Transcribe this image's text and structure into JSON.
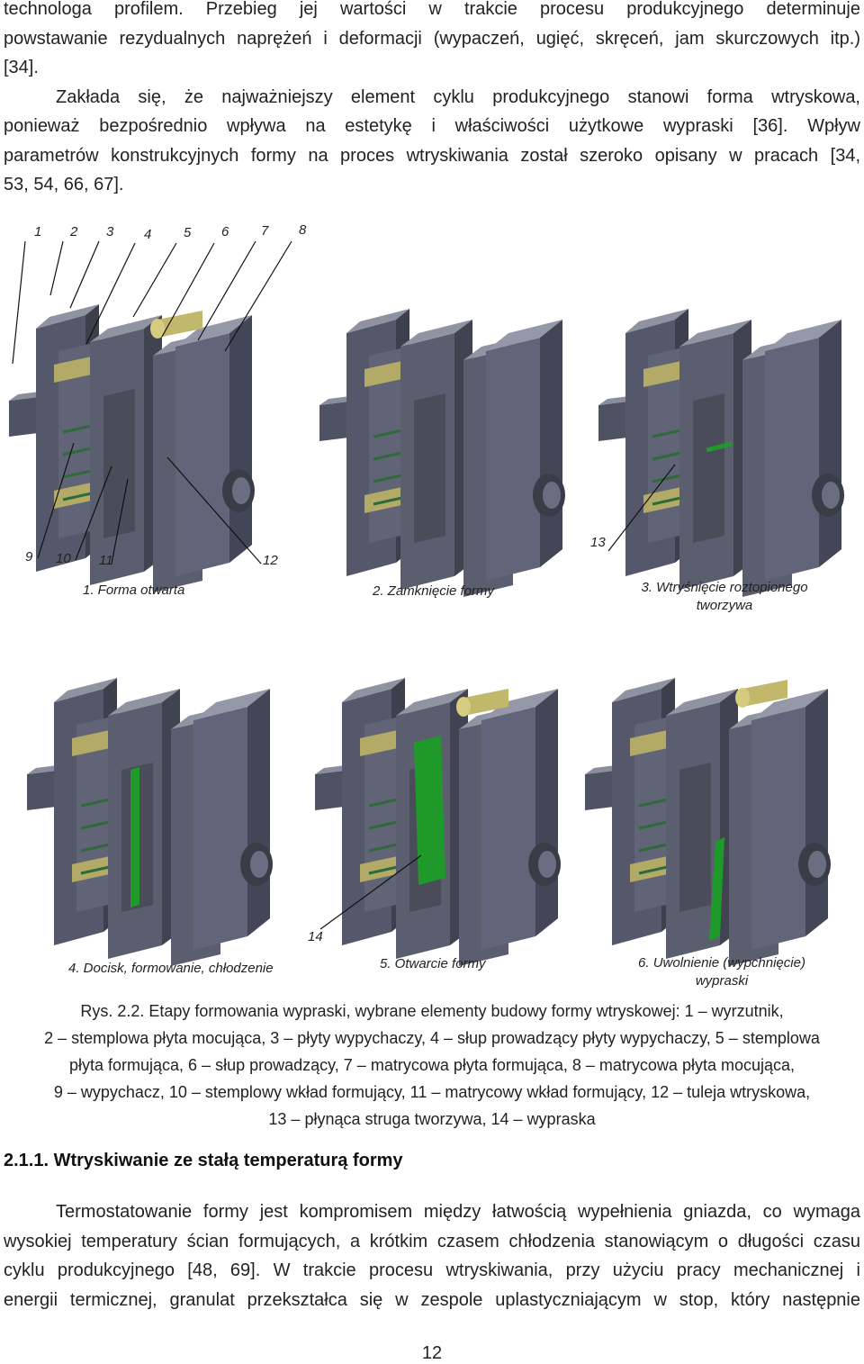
{
  "intro_lines": [
    "technologa profilem. Przebieg jej wartości w trakcie procesu produkcyjnego determinuje",
    "powstawanie rezydualnych naprężeń i deformacji (wypaczeń, ugięć, skręceń, jam skurczowych itp.)",
    "[34].",
    "Zakłada się, że najważniejszy element cyklu produkcyjnego stanowi forma wtryskowa,",
    "ponieważ bezpośrednio wpływa na estetykę i właściwości użytkowe wypraski [36]. Wpływ",
    "parametrów konstrukcyjnych formy na proces wtryskiwania został szeroko opisany w pracach [34,",
    "53, 54, 66, 67]."
  ],
  "figure": {
    "numbers_top": [
      "1",
      "2",
      "3",
      "4",
      "5",
      "6",
      "7",
      "8"
    ],
    "numbers_bottom": [
      "9",
      "10",
      "11",
      "12"
    ],
    "number_13": "13",
    "number_14": "14",
    "captions": {
      "c1": "1. Forma otwarta",
      "c2": "2. Zamknięcie formy",
      "c3_line1": "3. Wtryśnięcie roztopionego",
      "c3_line2": "tworzywa",
      "c4": "4. Docisk, formowanie, chłodzenie",
      "c5": "5. Otwarcie formy",
      "c6_line1": "6. Uwolnienie (wypchnięcie)",
      "c6_line2": "wypraski"
    },
    "colors": {
      "mold": "#5a5d6c",
      "mold_light": "#7a7d8d",
      "mold_dark": "#3c3e4a",
      "pins": "#2e6b3a",
      "guide": "#b7ad6a",
      "part": "#1f9a2a"
    }
  },
  "caption_lines": [
    "Rys. 2.2. Etapy formowania wypraski, wybrane elementy budowy formy wtryskowej: 1 – wyrzutnik,",
    "2 – stemplowa płyta mocująca, 3 – płyty wypychaczy, 4 – słup prowadzący płyty wypychaczy, 5 – stemplowa",
    "płyta formująca, 6 – słup prowadzący, 7 – matrycowa płyta formująca, 8 – matrycowa płyta mocująca,",
    "9 – wypychacz, 10 – stemplowy wkład formujący, 11 – matrycowy wkład formujący, 12 – tuleja wtryskowa,",
    "13 – płynąca struga tworzywa, 14 – wypraska"
  ],
  "heading": "2.1.1. Wtryskiwanie ze stałą temperaturą formy",
  "body_lines": [
    "Termostatowanie formy jest kompromisem między łatwością wypełnienia gniazda, co wymaga",
    "wysokiej temperatury ścian formujących, a krótkim czasem chłodzenia stanowiącym o długości czasu",
    "cyklu produkcyjnego [48, 69]. W trakcie procesu wtryskiwania, przy użyciu pracy mechanicznej i",
    "energii termicznej, granulat przekształca się w zespole uplastyczniającym w stop, który następnie"
  ],
  "page_number": "12"
}
